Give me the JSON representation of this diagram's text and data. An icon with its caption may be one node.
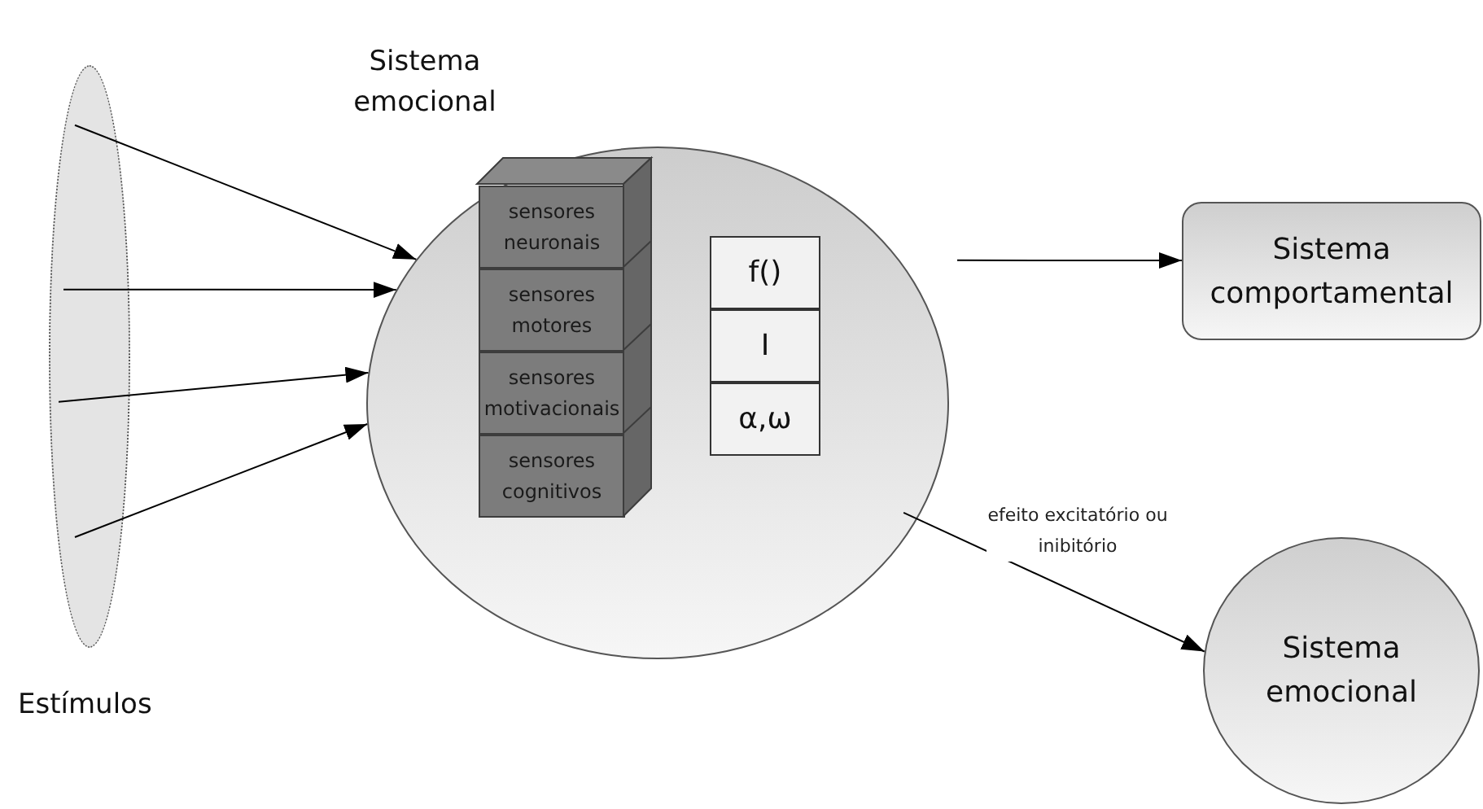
{
  "diagram": {
    "nodes": [
      {
        "text": [
          "Estímulos"
        ]
      },
      {
        "text": [
          "Sistema emocional"
        ]
      },
      {
        "text": [
          "sensores neuronais"
        ],
        "in": 1
      },
      {
        "text": [
          "sensores motores"
        ],
        "in": 1
      },
      {
        "text": [
          "sensores motivacionais"
        ],
        "in": 1
      },
      {
        "text": [
          "sensores cognitivos"
        ],
        "in": 1
      },
      {
        "text": [
          "f()"
        ],
        "in": 1
      },
      {
        "text": [
          "I"
        ],
        "in": 1
      },
      {
        "text": [
          "α,ω"
        ],
        "in": 1
      },
      {
        "text": [
          "Sistema comportamental"
        ]
      },
      {
        "text": [
          "Sistema emocional"
        ]
      }
    ],
    "edges": [
      {
        "from": 0,
        "to": 1,
        "arrow": "to"
      },
      {
        "from": 0,
        "to": 1,
        "arrow": "to"
      },
      {
        "from": 0,
        "to": 1,
        "arrow": "to"
      },
      {
        "from": 0,
        "to": 1,
        "arrow": "to"
      },
      {
        "from": 1,
        "to": 9,
        "arrow": "to"
      },
      {
        "from": 1,
        "to": 10,
        "arrow": "to",
        "label": "efeito excitatório ou inibitório"
      }
    ]
  }
}
